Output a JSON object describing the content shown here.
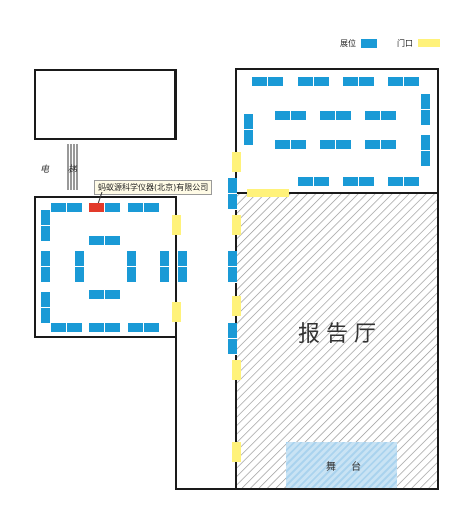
{
  "legend": {
    "booth_label": "展位",
    "door_label": "门口",
    "booth_color": "#1a9ad6",
    "door_color": "#fff27a"
  },
  "elevator": {
    "label": "电 梯"
  },
  "exhibitor": {
    "label": "蚂蚁源科学仪器(北京)有限公司",
    "highlight_color": "#e23a2a"
  },
  "hall": {
    "label": "报告厅"
  },
  "stage": {
    "label": "舞 台"
  }
}
